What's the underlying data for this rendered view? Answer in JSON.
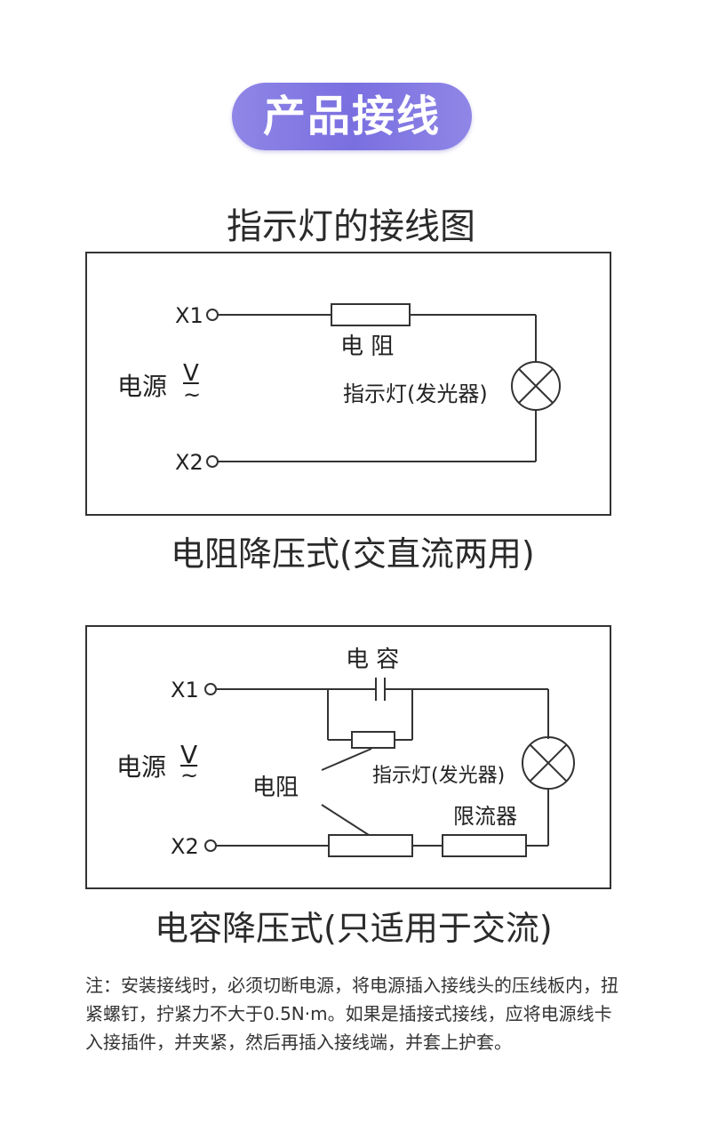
{
  "banner": {
    "title": "产品接线"
  },
  "diagram1": {
    "title": "指示灯的接线图",
    "x1": "X1",
    "x2": "X2",
    "resistor": "电 阻",
    "source": "电源",
    "source_v": "V",
    "source_ac": "~",
    "lamp": "指示灯(发光器)",
    "caption": "电阻降压式(交直流两用)"
  },
  "diagram2": {
    "x1": "X1",
    "x2": "X2",
    "capacitor": "电 容",
    "source": "电源",
    "source_v": "V",
    "source_ac": "~",
    "resistor": "电阻",
    "lamp": "指示灯(发光器)",
    "limiter": "限流器",
    "caption": "电容降压式(只适用于交流)"
  },
  "note": "注：安装接线时，必须切断电源，将电源插入接线头的压线板内，扭紧螺钉，拧紧力不大于0.5N·m。如果是插接式接线，应将电源线卡入接插件，并夹紧，然后再插入接线端，并套上护套。"
}
